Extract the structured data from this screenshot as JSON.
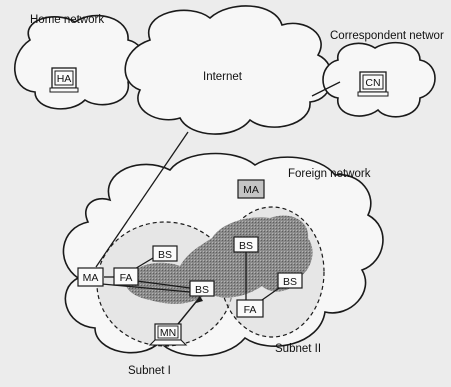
{
  "networks": {
    "home": "Home network",
    "internet": "Internet",
    "correspondent": "Correspondent networ",
    "foreign": "Foreign network"
  },
  "nodes": {
    "ha": "HA",
    "cn": "CN",
    "ma_top": "MA",
    "ma_left": "MA",
    "fa_left": "FA",
    "fa_right": "FA",
    "bs_subnet1_top": "BS",
    "bs_subnet1_center": "BS",
    "bs_subnet2_top": "BS",
    "bs_subnet2_right": "BS",
    "mn": "MN"
  },
  "subnets": {
    "one": "Subnet I",
    "two": "Subnet II"
  }
}
